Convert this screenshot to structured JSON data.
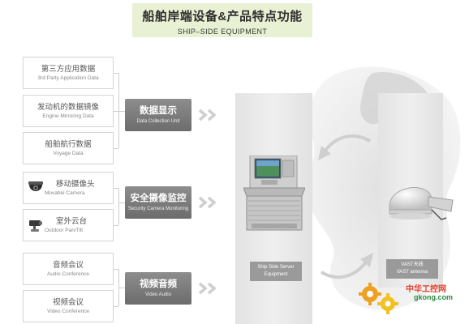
{
  "header": {
    "title_cn": "船舶岸端设备&产品特点功能",
    "title_en": "SHIP–SIDE EQUIPMENT"
  },
  "sources": [
    {
      "cn": "第三方应用数据",
      "en": "3rd Party Application Data"
    },
    {
      "cn": "发动机的数据镜像",
      "en": "Engine Mirroring Data"
    },
    {
      "cn": "船舶航行数据",
      "en": "Voyage Data"
    },
    {
      "cn": "移动摄像头",
      "en": "Movable Camera",
      "icon": "dome-camera-icon"
    },
    {
      "cn": "室外云台",
      "en": "Outdoor Pan/Tilt",
      "icon": "pan-tilt-camera-icon"
    },
    {
      "cn": "音频会议",
      "en": "Audio Conference"
    },
    {
      "cn": "视频会议",
      "en": "Video Conference"
    }
  ],
  "categories": [
    {
      "cn": "数据显示",
      "en": "Data Collection Unit"
    },
    {
      "cn": "安全摄像监控",
      "en": "Security Camera Monitoring"
    },
    {
      "cn": "视频音频",
      "en": "Video Audio"
    }
  ],
  "server_panel": {
    "label": "Ship Side Server Equipment"
  },
  "antenna_panel": {
    "label_cn": "VAST天线",
    "label_en": "VAST antenna"
  },
  "watermark": {
    "cn": "中华工控网",
    "en": "gkong.com"
  },
  "colors": {
    "banner": "#e9f1d4",
    "category": "#7c7c7c",
    "connector": "#cfcfcf",
    "watermark_red": "#e2402c",
    "watermark_green": "#2b8a3e"
  }
}
